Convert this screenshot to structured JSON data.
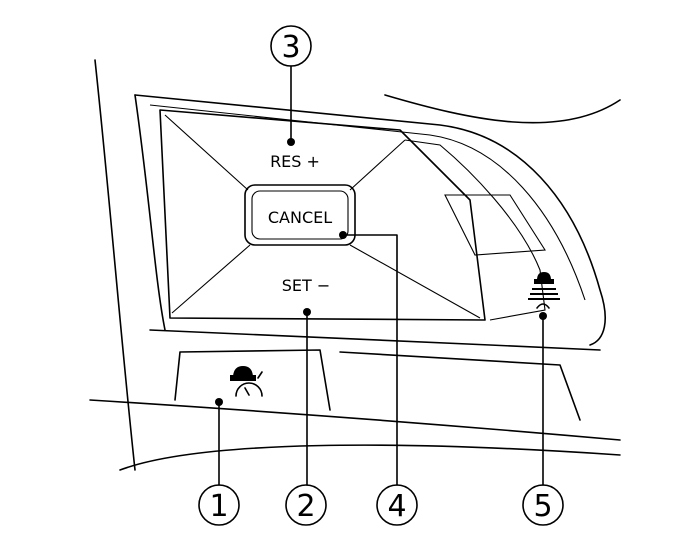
{
  "buttons": {
    "res_plus": "RES +",
    "cancel": "CANCEL",
    "set_minus": "SET −"
  },
  "icons": {
    "item1": "cruise-control-icon",
    "item5": "distance-icon"
  },
  "callouts": [
    "1",
    "2",
    "3",
    "4",
    "5"
  ]
}
